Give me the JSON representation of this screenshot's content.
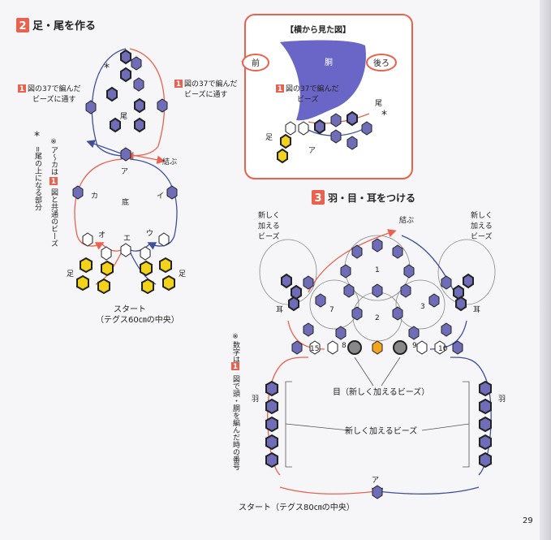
{
  "section2": {
    "num": "2",
    "title": "足・尾を作る"
  },
  "section3": {
    "num": "3",
    "title": "羽・目・耳をつける"
  },
  "left_diagram": {
    "asterisk": "*",
    "note_left": {
      "num": "1",
      "line1": "図の37で編んだ",
      "line2": "ビーズに通す"
    },
    "note_right": {
      "num": "1",
      "line1": "図の37で編んだ",
      "line2": "ビーズに通す"
    },
    "tail_label": "尾",
    "knot_label": "結ぶ",
    "labels": {
      "a": "ア",
      "i": "イ",
      "u": "ウ",
      "e": "エ",
      "o": "オ",
      "ka": "カ",
      "bottom": "底"
    },
    "foot_left": "足",
    "foot_right": "足",
    "start_line1": "スタート",
    "start_line2": "（テグス60㎝の中央）",
    "vertical_note1": "※ア〜カは",
    "vertical_note1_num": "1",
    "vertical_note1_rest": "図と共通のビーズ",
    "vertical_note2_mark": "*",
    "vertical_note2": "=尾の上になる部分"
  },
  "side_view": {
    "title": "【横から見た図】",
    "front": "前",
    "back": "後ろ",
    "body": "胴",
    "note_num": "1",
    "note_line1": "図の37で編んだ",
    "note_line2": "ビーズ",
    "tail": "尾",
    "asterisk": "*",
    "foot": "足",
    "a": "ア"
  },
  "right_diagram": {
    "new_beads_left": [
      "新しく",
      "加える",
      "ビーズ"
    ],
    "new_beads_right": [
      "新しく",
      "加える",
      "ビーズ"
    ],
    "knot": "結ぶ",
    "ear_left": "耳",
    "ear_right": "耳",
    "n1": "1",
    "n2": "2",
    "n3": "3",
    "n7": "7",
    "n8": "8",
    "n9": "9",
    "n10": "10",
    "n15": "15",
    "eye_label": "目（新しく加えるビーズ）",
    "new_beads_center": "新しく加えるビーズ",
    "wing_left": "羽",
    "wing_right": "羽",
    "a": "ア",
    "start": "スタート（テグス80㎝の中央）",
    "vertical_note_a": "※数字は",
    "vertical_note_num": "1",
    "vertical_note_b": "図で頭・胴を編んだ時の番号"
  },
  "page_number": "29",
  "colors": {
    "accent": "#e8624f",
    "bead_purple": "#6f6db8",
    "bead_yellow": "#f2d21b",
    "thread_red": "#e8624f",
    "thread_blue": "#3f4f9e",
    "body_fill": "#6a66c7"
  }
}
